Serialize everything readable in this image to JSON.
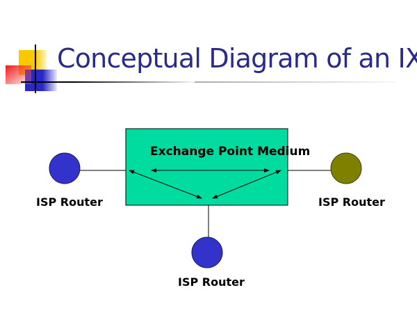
{
  "slide": {
    "title": "Conceptual Diagram of an IXP"
  },
  "diagram": {
    "medium": {
      "label": "Exchange Point Medium",
      "fill_color": "#00dca0"
    },
    "routers": [
      {
        "id": "left",
        "label": "ISP Router",
        "color": "#3333cc"
      },
      {
        "id": "right",
        "label": "ISP Router",
        "color": "#808000"
      },
      {
        "id": "bottom",
        "label": "ISP Router",
        "color": "#3333cc"
      }
    ],
    "connections": [
      {
        "from": "left",
        "to": "medium"
      },
      {
        "from": "right",
        "to": "medium"
      },
      {
        "from": "bottom",
        "to": "medium"
      }
    ],
    "internal_arrows": [
      {
        "between": [
          "left",
          "right"
        ]
      },
      {
        "between": [
          "left",
          "bottom"
        ]
      },
      {
        "between": [
          "right",
          "bottom"
        ]
      }
    ]
  }
}
